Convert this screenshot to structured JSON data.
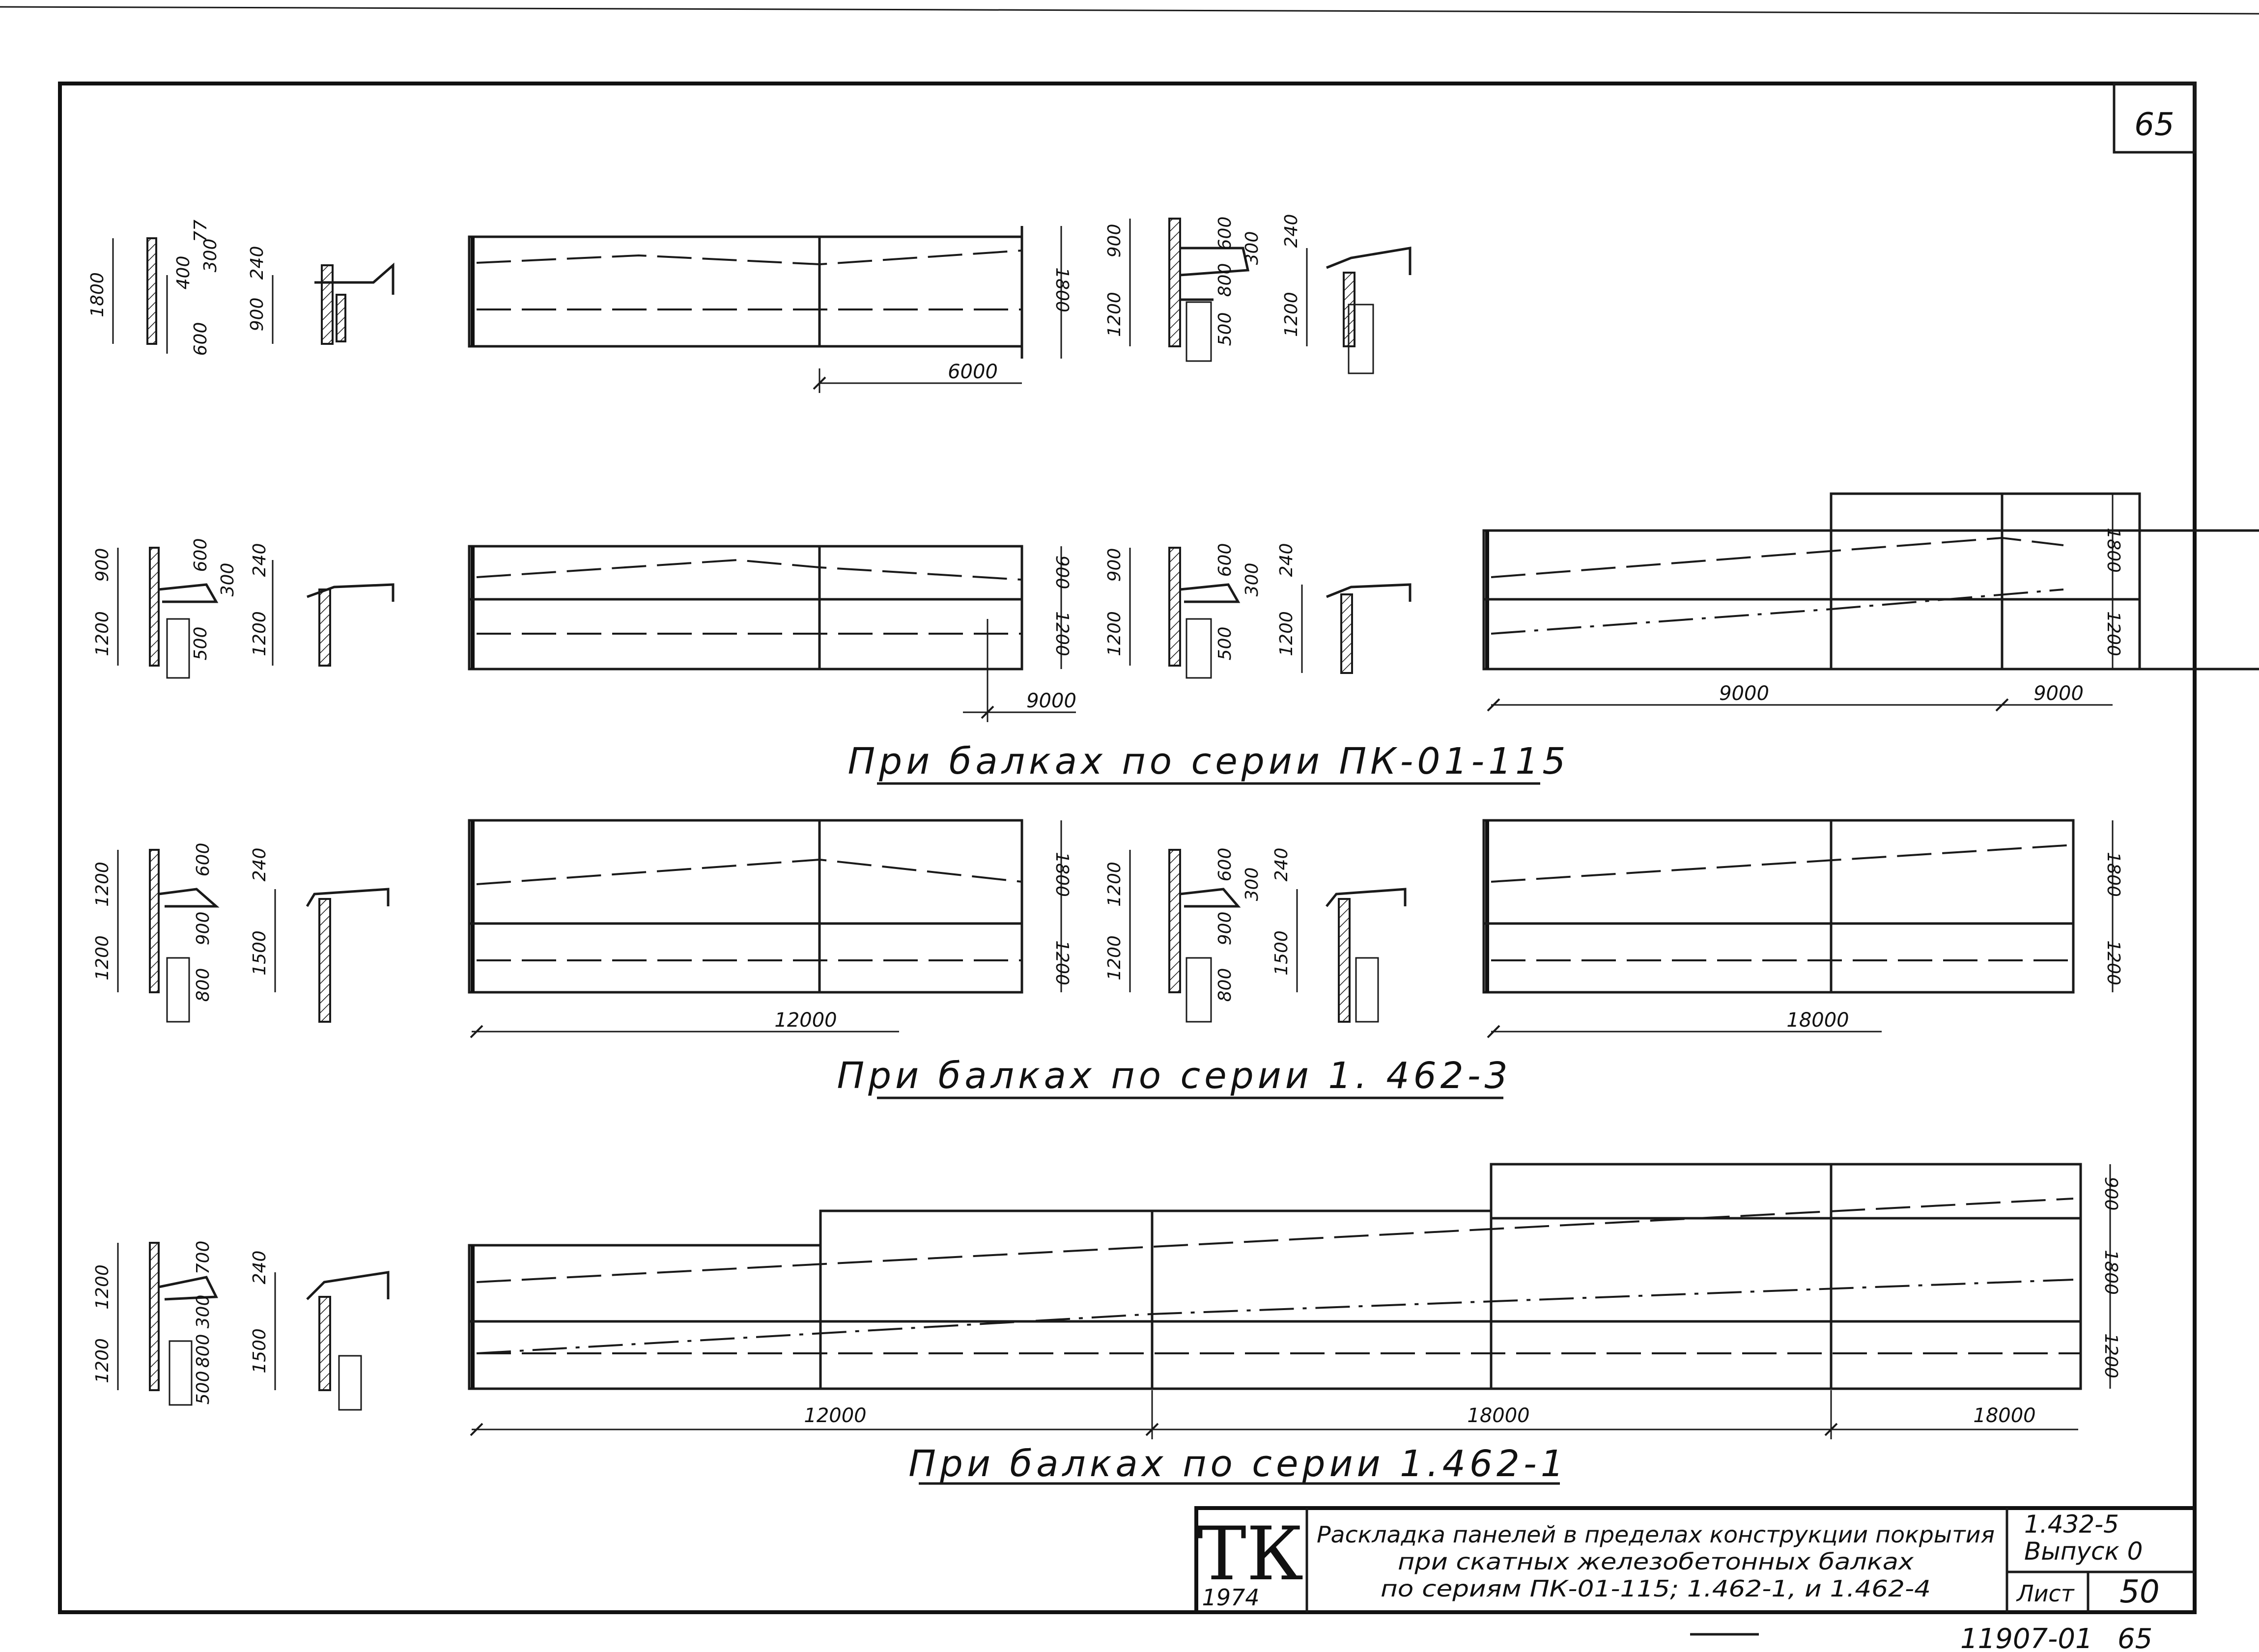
{
  "sheet": {
    "corner_number": "65",
    "stamp_number": "11907-01",
    "stamp_page": "65"
  },
  "sections": {
    "pk_01_115": "При   балках   по серии ПК-01-115",
    "s_1_462_3": "При  балках по серии 1. 462-3",
    "s_1_462_1": "При   балках   по  серии 1.462-1"
  },
  "row1": {
    "span_6000": "6000",
    "h_1800": "1800",
    "pl_1800": "1800",
    "pl_400": "400",
    "pl_77": "77",
    "pl_300": "300",
    "pl_600": "600",
    "pl_240": "240",
    "pl_900": "900",
    "pl2_900": "900",
    "pl2_600": "600",
    "pl2_300": "300",
    "pl2_1200": "1200",
    "pl2_240": "240",
    "pl2_800": "800",
    "pl2_500": "500"
  },
  "row2": {
    "span_9000_a": "9000",
    "span_9000_b": "9000",
    "span_9000_c": "9000",
    "h_900": "900",
    "h_1200": "1200",
    "h_1800": "1800",
    "h_1200_b": "1200",
    "pl_900": "900",
    "pl_1200": "1200",
    "pl_600": "600",
    "pl_300": "300",
    "pl_500": "500",
    "pl_240": "240",
    "pl2_900": "900",
    "pl2_1200": "1200",
    "pl2_600": "600",
    "pl2_300": "300",
    "pl2_240": "240",
    "pl2_500": "500"
  },
  "row3": {
    "span_12000": "12000",
    "span_18000": "18000",
    "h_1800": "1800",
    "h_1200": "1200",
    "h2_1800": "1800",
    "h2_1200": "1200",
    "pl_1200": "1200",
    "pl_1200_b": "1200",
    "pl_600": "600",
    "pl_900": "900",
    "pl_800": "800",
    "pl_240": "240",
    "pl_1500": "1500",
    "pl2_1200": "1200",
    "pl2_600": "600",
    "pl2_300": "300",
    "pl2_900": "900",
    "pl2_800": "800",
    "pl2_240": "240",
    "pl2_1500": "1500"
  },
  "row4": {
    "span_12000": "12000",
    "span_18000": "18000",
    "span_18000_b": "18000",
    "h_900": "900",
    "h_1800": "1800",
    "h_1200": "1200",
    "pl_1200": "1200",
    "pl_1200_b": "1200",
    "pl_700": "700",
    "pl_300": "300",
    "pl_800": "800",
    "pl_500": "500",
    "pl_240": "240",
    "pl_1500": "1500"
  },
  "title_block": {
    "logo": "ТК",
    "year": "1974",
    "title_line1": "Раскладка панелей в пределах конструкции покрытия",
    "title_line2": "при скатных  железобетонных балках",
    "title_line3": "по сериям ПК-01-115;  1.462-1, и 1.462-4",
    "series_code": "1.432-5",
    "issue": "Выпуск 0",
    "sheet_label": "Лист",
    "sheet_no": "50"
  }
}
